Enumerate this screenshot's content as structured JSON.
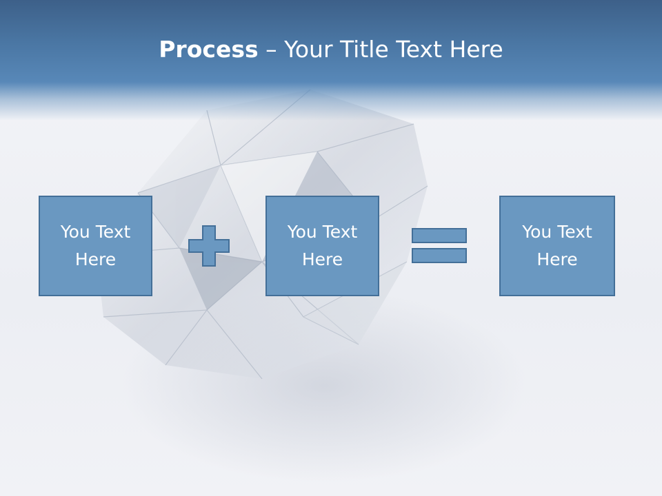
{
  "slide": {
    "title_bold": "Process",
    "title_rest": " – Your Title Text Here"
  },
  "process": {
    "boxes": [
      {
        "line1": "You Text",
        "line2": "Here"
      },
      {
        "line1": "You Text",
        "line2": "Here"
      },
      {
        "line1": "You Text",
        "line2": "Here"
      }
    ],
    "operators": [
      "plus-icon",
      "equals-icon"
    ]
  },
  "colors": {
    "header": "#4a76a3",
    "box_fill": "#6a98c1",
    "box_border": "#436f98",
    "text": "#ffffff"
  }
}
